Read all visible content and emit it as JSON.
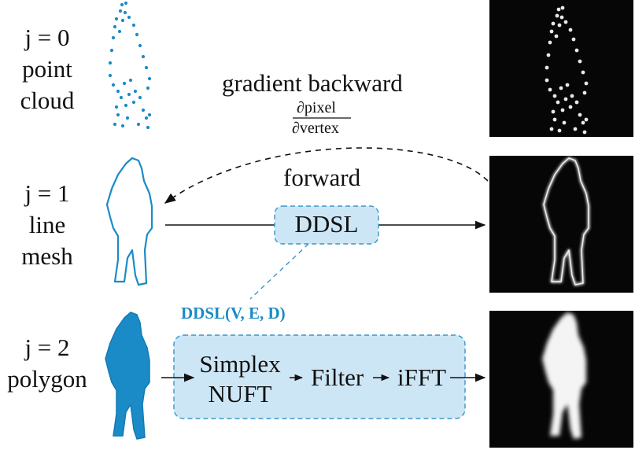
{
  "rows": [
    {
      "lines": [
        "j = 0",
        "point",
        "cloud"
      ]
    },
    {
      "lines": [
        "j = 1",
        "line",
        "mesh"
      ]
    },
    {
      "lines": [
        "j = 2",
        "polygon"
      ]
    }
  ],
  "backward": {
    "label": "gradient backward",
    "numerator": "∂pixel",
    "denominator": "∂vertex"
  },
  "forward_label": "forward",
  "ddsl_box": "DDSL",
  "ddsl_call": "DDSL(V, E, D)",
  "pipeline": {
    "step1_line1": "Simplex",
    "step1_line2": "NUFT",
    "step2": "Filter",
    "step3": "iFFT"
  },
  "colors": {
    "accent": "#1a8bc7",
    "box_fill": "#cde6f5",
    "box_border": "#3a95c9"
  }
}
